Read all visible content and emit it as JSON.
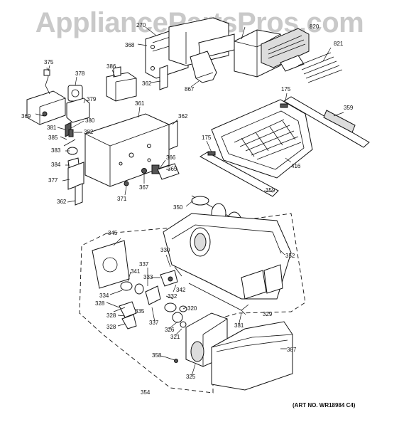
{
  "watermark": "AppliancePartsPros.com",
  "art_number": "(ART NO. WR18984 C4)",
  "part_labels": [
    {
      "id": "p270",
      "text": "270"
    },
    {
      "id": "p820",
      "text": "820"
    },
    {
      "id": "p368",
      "text": "368"
    },
    {
      "id": "p821",
      "text": "821"
    },
    {
      "id": "p375",
      "text": "375"
    },
    {
      "id": "p378",
      "text": "378"
    },
    {
      "id": "p386",
      "text": "386"
    },
    {
      "id": "p379",
      "text": "379"
    },
    {
      "id": "p362a",
      "text": "362"
    },
    {
      "id": "p867",
      "text": "867"
    },
    {
      "id": "p175a",
      "text": "175"
    },
    {
      "id": "p361",
      "text": "361"
    },
    {
      "id": "p359a",
      "text": "359"
    },
    {
      "id": "p362b",
      "text": "362"
    },
    {
      "id": "p369",
      "text": "369"
    },
    {
      "id": "p380",
      "text": "380"
    },
    {
      "id": "p381",
      "text": "381"
    },
    {
      "id": "p382",
      "text": "382"
    },
    {
      "id": "p385",
      "text": "385"
    },
    {
      "id": "p175b",
      "text": "175"
    },
    {
      "id": "p383",
      "text": "383"
    },
    {
      "id": "p366",
      "text": "366"
    },
    {
      "id": "p416",
      "text": "416"
    },
    {
      "id": "p384",
      "text": "384"
    },
    {
      "id": "p365",
      "text": "365"
    },
    {
      "id": "p377",
      "text": "377"
    },
    {
      "id": "p367",
      "text": "367"
    },
    {
      "id": "p359b",
      "text": "359"
    },
    {
      "id": "p371",
      "text": "371"
    },
    {
      "id": "p362c",
      "text": "362"
    },
    {
      "id": "p350",
      "text": "350"
    },
    {
      "id": "p345",
      "text": "345"
    },
    {
      "id": "p352",
      "text": "352"
    },
    {
      "id": "p330",
      "text": "330"
    },
    {
      "id": "p337a",
      "text": "337"
    },
    {
      "id": "p341",
      "text": "341"
    },
    {
      "id": "p333",
      "text": "333"
    },
    {
      "id": "p342",
      "text": "342"
    },
    {
      "id": "p332",
      "text": "332"
    },
    {
      "id": "p334",
      "text": "334"
    },
    {
      "id": "p328a",
      "text": "328"
    },
    {
      "id": "p320",
      "text": "320"
    },
    {
      "id": "p335",
      "text": "335"
    },
    {
      "id": "p329",
      "text": "329"
    },
    {
      "id": "p328b",
      "text": "328"
    },
    {
      "id": "p337b",
      "text": "337"
    },
    {
      "id": "p326",
      "text": "326"
    },
    {
      "id": "p331",
      "text": "331"
    },
    {
      "id": "p328c",
      "text": "328"
    },
    {
      "id": "p321",
      "text": "321"
    },
    {
      "id": "p387",
      "text": "387"
    },
    {
      "id": "p358",
      "text": "358"
    },
    {
      "id": "p325",
      "text": "325"
    },
    {
      "id": "p354",
      "text": "354"
    }
  ]
}
